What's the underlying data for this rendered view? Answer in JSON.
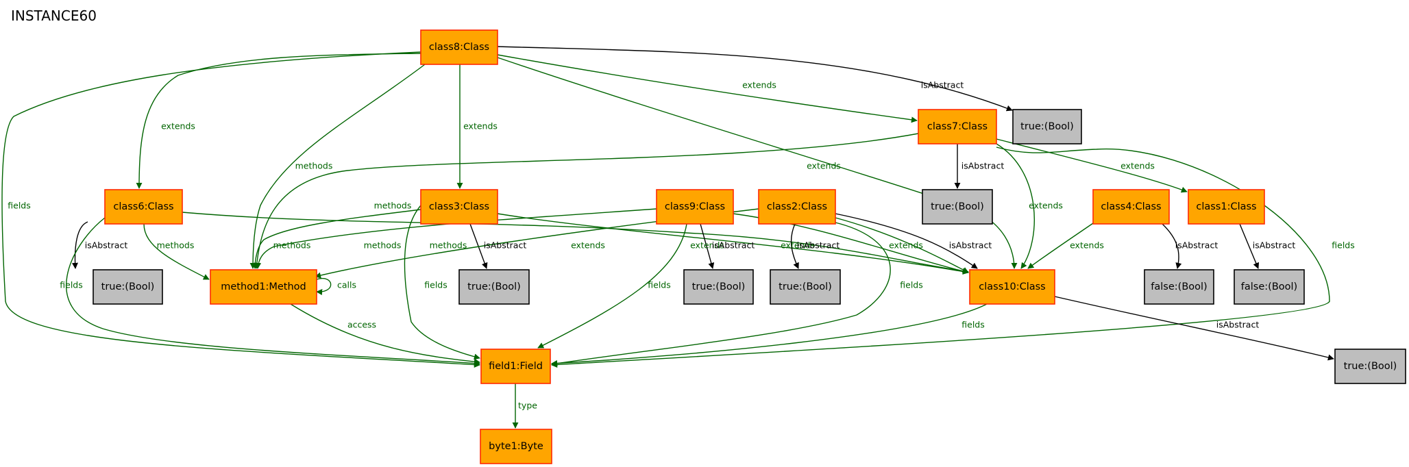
{
  "title": "INSTANCE60",
  "colors": {
    "class_fill": "#ffa500",
    "class_border": "#ff2a00",
    "value_fill": "#bebebe",
    "value_border": "#000000",
    "green_edge": "#006400",
    "black_edge": "#000000"
  },
  "nodes": [
    {
      "id": "class8",
      "label": "class8:Class",
      "kind": "class"
    },
    {
      "id": "class7",
      "label": "class7:Class",
      "kind": "class"
    },
    {
      "id": "b_c7top",
      "label": "true:(Bool)",
      "kind": "value"
    },
    {
      "id": "class6",
      "label": "class6:Class",
      "kind": "class"
    },
    {
      "id": "class3",
      "label": "class3:Class",
      "kind": "class"
    },
    {
      "id": "class9",
      "label": "class9:Class",
      "kind": "class"
    },
    {
      "id": "class2",
      "label": "class2:Class",
      "kind": "class"
    },
    {
      "id": "b_c7",
      "label": "true:(Bool)",
      "kind": "value"
    },
    {
      "id": "class4",
      "label": "class4:Class",
      "kind": "class"
    },
    {
      "id": "class1",
      "label": "class1:Class",
      "kind": "class"
    },
    {
      "id": "b_c6",
      "label": "true:(Bool)",
      "kind": "value"
    },
    {
      "id": "method1",
      "label": "method1:Method",
      "kind": "class"
    },
    {
      "id": "b_c3",
      "label": "true:(Bool)",
      "kind": "value"
    },
    {
      "id": "b_c9",
      "label": "true:(Bool)",
      "kind": "value"
    },
    {
      "id": "b_c2",
      "label": "true:(Bool)",
      "kind": "value"
    },
    {
      "id": "class10",
      "label": "class10:Class",
      "kind": "class"
    },
    {
      "id": "b_c4",
      "label": "false:(Bool)",
      "kind": "value"
    },
    {
      "id": "b_c1",
      "label": "false:(Bool)",
      "kind": "value"
    },
    {
      "id": "b_c10",
      "label": "true:(Bool)",
      "kind": "value"
    },
    {
      "id": "field1",
      "label": "field1:Field",
      "kind": "class"
    },
    {
      "id": "byte1",
      "label": "byte1:Byte",
      "kind": "class"
    }
  ],
  "edges": [
    {
      "id": "e1",
      "label": "isAbstract",
      "color": "black"
    },
    {
      "id": "e2",
      "label": "extends",
      "color": "green"
    },
    {
      "id": "e3",
      "label": "extends",
      "color": "green"
    },
    {
      "id": "e4",
      "label": "extends",
      "color": "green"
    },
    {
      "id": "e5",
      "label": "methods",
      "color": "green"
    },
    {
      "id": "e6",
      "label": "extends",
      "color": "green"
    },
    {
      "id": "e7",
      "label": "fields",
      "color": "green"
    },
    {
      "id": "e8",
      "label": "isAbstract",
      "color": "black"
    },
    {
      "id": "e9",
      "label": "methods",
      "color": "green"
    },
    {
      "id": "e10",
      "label": "extends",
      "color": "green"
    },
    {
      "id": "e11",
      "label": "extends",
      "color": "green"
    },
    {
      "id": "e12",
      "label": "fields",
      "color": "green"
    },
    {
      "id": "e13",
      "label": "isAbstract",
      "color": "black"
    },
    {
      "id": "e14",
      "label": "methods",
      "color": "green"
    },
    {
      "id": "e15",
      "label": "extends",
      "color": "green"
    },
    {
      "id": "e16",
      "label": "fields",
      "color": "green"
    },
    {
      "id": "e17",
      "label": "isAbstract",
      "color": "black"
    },
    {
      "id": "e18",
      "label": "methods",
      "color": "green"
    },
    {
      "id": "e19",
      "label": "extends",
      "color": "green"
    },
    {
      "id": "e20",
      "label": "fields",
      "color": "green"
    },
    {
      "id": "e21",
      "label": "isAbstract",
      "color": "black"
    },
    {
      "id": "e22",
      "label": "methods",
      "color": "green"
    },
    {
      "id": "e23",
      "label": "extends",
      "color": "green"
    },
    {
      "id": "e24",
      "label": "fields",
      "color": "green"
    },
    {
      "id": "e25",
      "label": "isAbstract",
      "color": "black"
    },
    {
      "id": "e26",
      "label": "methods",
      "color": "green"
    },
    {
      "id": "e27",
      "label": "extends",
      "color": "green"
    },
    {
      "id": "e28",
      "label": "fields",
      "color": "green"
    },
    {
      "id": "e29",
      "label": "isAbstract",
      "color": "black"
    },
    {
      "id": "e30",
      "label": "extends",
      "color": "green"
    },
    {
      "id": "e31",
      "label": "isAbstract",
      "color": "black"
    },
    {
      "id": "e32",
      "label": "calls",
      "color": "green"
    },
    {
      "id": "e33",
      "label": "access",
      "color": "green"
    },
    {
      "id": "e34",
      "label": "fields",
      "color": "green"
    },
    {
      "id": "e35",
      "label": "isAbstract",
      "color": "black"
    },
    {
      "id": "e36",
      "label": "type",
      "color": "green"
    }
  ]
}
